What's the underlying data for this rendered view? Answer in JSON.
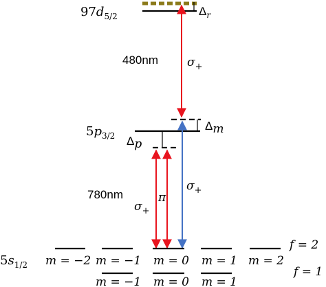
{
  "levels": {
    "rydberg": {
      "base": "97",
      "letter": "d",
      "sub": "5/2"
    },
    "intermediate": {
      "base": "5",
      "letter": "p",
      "sub": "3/2"
    },
    "ground": {
      "base": "5",
      "letter": "s",
      "sub": "1/2"
    }
  },
  "detunings": {
    "r": {
      "symbol": "Δ",
      "sub": "r"
    },
    "m": {
      "symbol": "Δ",
      "sub": "m"
    },
    "p": {
      "symbol": "Δ",
      "sub": "p"
    }
  },
  "wavelengths": {
    "upper": "480nm",
    "lower": "780nm"
  },
  "polarizations": {
    "sigma_plus_upper": {
      "symbol": "σ",
      "sub": "+"
    },
    "sigma_plus_lower": {
      "symbol": "σ",
      "sub": "+"
    },
    "pi": {
      "symbol": "π"
    },
    "sigma_plus_blue": {
      "symbol": "σ",
      "sub": "+"
    }
  },
  "hyperfine": {
    "f2": "f = 2",
    "f1": "f = 1"
  },
  "m_labels_f2": [
    "m = −2",
    "m = −1",
    "m = 0",
    "m = 1",
    "m = 2"
  ],
  "m_labels_f1": [
    "m = −1",
    "m = 0",
    "m = 1"
  ],
  "colors": {
    "red_beam": "#e8141e",
    "blue_beam": "#4472c4",
    "rydberg_dashed": "#8b7a1a",
    "lines": "#000000"
  }
}
